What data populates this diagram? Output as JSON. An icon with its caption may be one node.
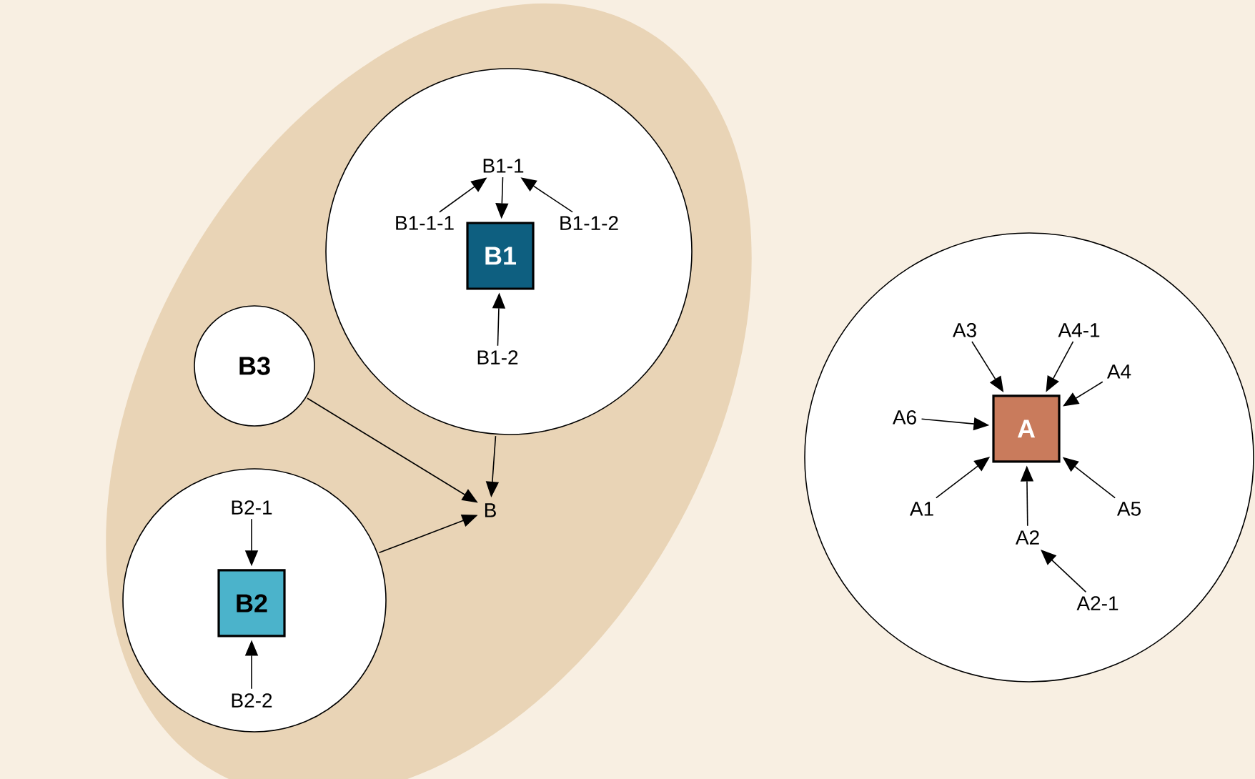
{
  "diagram": {
    "nodes": [
      {
        "text": [],
        "shape": "ellipse"
      },
      {
        "text": [],
        "shape": "circle",
        "in": 0
      },
      {
        "text": [
          "B1-1"
        ],
        "in": 1
      },
      {
        "text": [
          "B1-1-1"
        ],
        "in": 1
      },
      {
        "text": [
          "B1-1-2"
        ],
        "in": 1
      },
      {
        "text": [
          "B1"
        ],
        "in": 1
      },
      {
        "text": [
          "B1-2"
        ],
        "in": 1
      },
      {
        "text": [
          "B3"
        ],
        "in": 0
      },
      {
        "text": [
          "B"
        ],
        "in": 0
      },
      {
        "text": [],
        "shape": "circle",
        "in": 0
      },
      {
        "text": [
          "B2-1"
        ],
        "in": 9
      },
      {
        "text": [
          "B2"
        ],
        "in": 9
      },
      {
        "text": [
          "B2-2"
        ],
        "in": 9
      },
      {
        "text": [],
        "shape": "circle"
      },
      {
        "text": [
          "A3"
        ],
        "in": 13
      },
      {
        "text": [
          "A4-1"
        ],
        "in": 13
      },
      {
        "text": [
          "A4"
        ],
        "in": 13
      },
      {
        "text": [
          "A6"
        ],
        "in": 13
      },
      {
        "text": [
          "A"
        ],
        "in": 13
      },
      {
        "text": [
          "A1"
        ],
        "in": 13
      },
      {
        "text": [
          "A2"
        ],
        "in": 13
      },
      {
        "text": [
          "A5"
        ],
        "in": 13
      },
      {
        "text": [
          "A2-1"
        ],
        "in": 13
      }
    ],
    "edges": [
      {
        "from": 3,
        "to": 2,
        "arrow": "to"
      },
      {
        "from": 4,
        "to": 2,
        "arrow": "to"
      },
      {
        "from": 2,
        "to": 5,
        "arrow": "to"
      },
      {
        "from": 6,
        "to": 5,
        "arrow": "to"
      },
      {
        "from": 7,
        "to": 8,
        "arrow": "to"
      },
      {
        "from": 1,
        "to": 8,
        "arrow": "to"
      },
      {
        "from": 9,
        "to": 8,
        "arrow": "to"
      },
      {
        "from": 10,
        "to": 11,
        "arrow": "to"
      },
      {
        "from": 12,
        "to": 11,
        "arrow": "to"
      },
      {
        "from": 14,
        "to": 18,
        "arrow": "to"
      },
      {
        "from": 15,
        "to": 18,
        "arrow": "to"
      },
      {
        "from": 16,
        "to": 18,
        "arrow": "to"
      },
      {
        "from": 17,
        "to": 18,
        "arrow": "to"
      },
      {
        "from": 19,
        "to": 18,
        "arrow": "to"
      },
      {
        "from": 20,
        "to": 18,
        "arrow": "to"
      },
      {
        "from": 21,
        "to": 18,
        "arrow": "to"
      },
      {
        "from": 22,
        "to": 20,
        "arrow": "to"
      }
    ]
  }
}
